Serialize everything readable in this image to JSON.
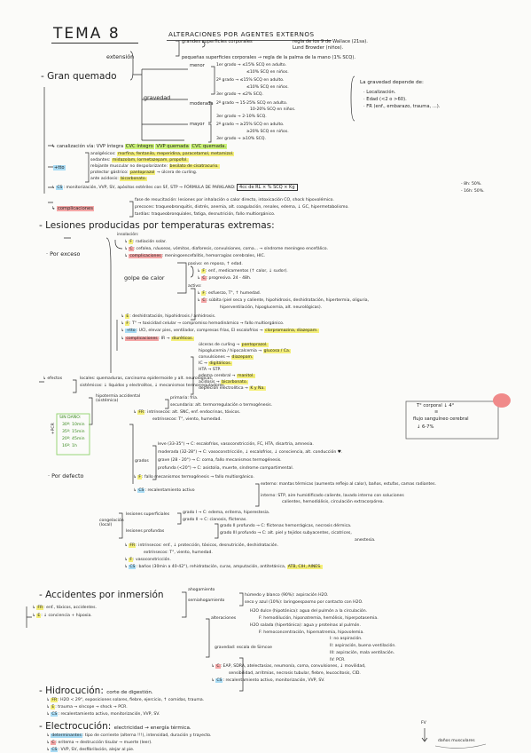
{
  "header": {
    "tema": "TEMA 8",
    "subtitle": "ALTERACIONES POR AGENTES EXTERNOS"
  },
  "colors": {
    "green": "#c9f078",
    "yellow": "#f4ef7a",
    "pink": "#f5a6a6",
    "blue": "#a9dcf5",
    "green_pen": "#3a8a1f"
  },
  "gq": {
    "title": "Gran quemado",
    "extension": "extensión",
    "ext1": "grandes superficies corporales",
    "ext1a": "regla de los 9 de Wallace (21sa).",
    "ext1b": "Lund Browder (niños).",
    "ext2": "pequeñas superficies corporales → regla de la palma de la mano (1% SCQ).",
    "gravedad": "gravedad",
    "menor": "menor",
    "moderada": "moderada",
    "mayor": "mayor",
    "g_lines": [
      "1er grado → ≤15% SCQ en adulto.",
      "≤10% SCQ en niños.",
      "2º grado → ≤15% SCQ en adulto.",
      "≤10% SCQ en niños.",
      "3er grado → ≤2% SCQ.",
      "2º grado → 15-25% SCQ en adulto.",
      "10-20% SCQ en niños.",
      "3er grado → 2-10% SCQ.",
      "2º grado → ≥25% SCQ en adulto.",
      "≥20% SCQ en niños.",
      "3er grado → ≥10% SCQ."
    ],
    "depende": "La gravedad depende de:",
    "dep_items": [
      "· Localización.",
      "· Edad (<2 o >60).",
      "· FR (enf., embarazo, trauma, ...)."
    ],
    "canal_a": "canalización vía: VVP íntegra",
    "canal_b": "CVC íntegro",
    "canal_c": "VVP quemada",
    "canal_d": "CVC quemada.",
    "ttos": "+tto",
    "t1a": "analgésicos:",
    "t1b": "morfina, fentanilo, meperidina, paracetamol, metamizol.",
    "t2a": "sedantes:",
    "t2b": "midazolam, lormetazepam, propofol.",
    "t3a": "relajante muscular no despolarizante:",
    "t3b": "besilato de cisatracurio.",
    "t4a": "protector gástrico:",
    "t4b": "pantoprazol",
    "t4c": "→ úlcera de curling.",
    "t5a": "ante acidosis:",
    "t5b": "bicarbonato.",
    "cs": "CS",
    "cs_a": "monitorización, VVP, SV, apósitos estériles con SF, STP →",
    "cs_b": "FÓRMULA DE PARKLAND:",
    "cs_c": "4cc de RL × % SCQ × Kg",
    "cs_d": "- 8h: 50%.",
    "cs_e": "- 16h: 50%.",
    "comp": "complicaciones",
    "comp1": "fase de resucitación: lesiones por inhalación o calor directo, intoxicación CO, shock hipovolémico.",
    "comp2": "precoces: traqueobronquitis, distrés, anemia, alt. coagulación, renales, edema, ↓ GC, hipermetabolismo.",
    "comp3": "tardías: traqueobronquiales, fatiga, desnutrición, fallo multiorgánico."
  },
  "lt": {
    "title": "Lesiones producidas por temperaturas extremas:",
    "exceso": "Por exceso",
    "insol": "insolación:",
    "insol_f": "F",
    "insol_f_t": ": radiación solar.",
    "insol_c": "C",
    "insol_c_t": ": cefalea, náuseas, vómitos, diaforesis, convulsiones, coma... → síndrome meníngeo encefálico.",
    "insol_comp": "complicaciones",
    "insol_comp_t": ": meningoencefalitis, hemorragias cerebrales, HIC.",
    "golpe": "golpe de calor",
    "pasivo": "pasivo: en reposo, ↑ edad.",
    "pas_f": "F",
    "pas_f_t": ": enf., medicamentos (↑ calor, ↓ sudor).",
    "pas_c": "C",
    "pas_c_t": ": progresiva. 24 - 48h.",
    "activo": "activo:",
    "act_f": "F",
    "act_f_t": ": esfuerzo, T°, ↑ humedad.",
    "act_c": "C",
    "act_c_t": ": súbita (piel seca y caliente, hipohidrosis, deshidratación, hipertermia, oliguria,",
    "act_c_t2": "hiperventilación, hipoglucemia, alt. neurológicas).",
    "gc_e": "E",
    "gc_e_t": ": deshidratación, hipohidrosis / anhidrosis.",
    "gc_f": "F",
    "gc_f_t": ": T° → toxicidad celular → compromiso hemodinámico → fallo multiorgánico.",
    "gc_tto": "+tto",
    "gc_tto_t": ": UCI, elevar pies, ventilador, compresas frías, El escalofríos →",
    "gc_tto_d": "clorpromazina, diazepam.",
    "gc_comp": "complicaciones",
    "gc_comp_t": ": IR →",
    "gc_comp_d": "diuréticos.",
    "gc_list": [
      [
        "úlceras de curling →",
        "pantoprazol."
      ],
      [
        "hipoglucemia / hipocalcemia →",
        "glucosa / Ca."
      ],
      [
        "convulsiones →",
        "diazepam."
      ],
      [
        "IC →",
        "digitálicos."
      ],
      [
        "HTA → STP.",
        ""
      ],
      [
        "edema cerebral →",
        "manitol."
      ],
      [
        "acidosis →",
        "bicarbonato."
      ],
      [
        "depleción electrolítica →",
        "K y Na."
      ]
    ],
    "efectos": "efectos",
    "ef1": "locales: quemaduras, carcinoma epidermoide y alt. neurológicas.",
    "ef2": "sistémicos: ↓ líquidos y electrolitos, ↓ mecanismos termorreguladores.",
    "sin_dano": "SIN DAÑO:",
    "sd_list": [
      "30º: 10min",
      "35º: 15min",
      "20º: 45min",
      "16º: 1h"
    ],
    "pcr": "+PCR",
    "defecto": "Por defecto",
    "hip": "hipotermia accidental (sistémica)",
    "hip_p1": "primaria: fría.",
    "hip_p2": "secundaria: alt. termorregulación o termogénesis.",
    "hip_fr": "FR",
    "hip_fr_t": ": intrínsecos: alt. SNC, enf. endocrinas, tóxicos.",
    "hip_fr_t2": "extrínsecos: T°, viento, humedad.",
    "grados": "grados",
    "gr1": "leve (33-35°) → C: escalofríos, vasoconstricción, FC, HTA, disartria, amnesia.",
    "gr2": "moderada (32-28°) → C: vasoconstricción, ↓ escalofríos, ↓ consciencia, alt. conducción ♥.",
    "gr3": "grave (28 - 20°) → C: coma, fallo mecanismos termogénesis.",
    "gr4": "profunda (<20°) → C: asistolia, muerte, síndrome compartimental.",
    "hip_f": "F",
    "hip_f_t": ": fallo mecanismos termogénesis → fallo multiorgánico.",
    "hip_cs": "CS",
    "hip_cs_t": ": recalentamiento activo",
    "rc1": "externo: mantas térmicas (aumenta reflejo al calor), baños, estufas, camas radiantes.",
    "rc2": "interno: STP, aire humidificado caliente, lavado interno con soluciones",
    "rc3": "calientes, hemodiálisis, circulación extracorpórea.",
    "thermo": "T° corporal ↓ 4°",
    "thermo2": "≡",
    "thermo3": "flujo sanguíneo cerebral",
    "thermo4": "↓ 6-7%",
    "cong": "congelación (local)",
    "lsup": "lesiones superficiales",
    "ls1": "grado I → C: edema, eritema, hiperestesia.",
    "ls2": "grado II → C: cianosis, flictenas.",
    "lprof": "lesiones profundas",
    "lp1": "grado II profundo → C: flictenas hemorrágicas, necrosis dérmica.",
    "lp2": "grado III profundo → C: alt. piel y tejidos subyacentes, cicatrices,",
    "lp3": "anestesia.",
    "cg_fr": "FR",
    "cg_fr_t": ": intrínsecos: enf., ↓ protección, tóxicos, desnutrición, deshidratación.",
    "cg_fr_t2": "extrínsecos: T°, viento, humedad.",
    "cg_f": "F",
    "cg_f_t": ": vasoconstricción.",
    "cg_cs": "CS",
    "cg_cs_t": ": baños (30min a 40-42°), rehidratación, curas, amputación, antitetánica,",
    "cg_cs_d": "ATB, CIH, AINES."
  },
  "acc": {
    "title": "Accidentes por inmersión",
    "ahog": "ahogamiento",
    "semi": "semiahogamiento",
    "s1": "húmedo y blanco (90%): aspiración H2O.",
    "s2": "seco y azul (10%): laringoespasmo por contacto con H2O.",
    "alt": "alteraciones",
    "a1": "H2O dulce (hipotónica): agua del pulmón a la circulación.",
    "a2": "F: hemodilución, hiponatremia, hemólisis, hiperpotasemia.",
    "a3": "H2O salada (hipertónica): agua y proteínas al pulmón.",
    "a4": "F: hemoconcentración, hipernatremia, hipovolemia.",
    "fr": "FR",
    "fr_t": ": enf., tóxicos, accidentes.",
    "e": "E",
    "e_t": ": ↓ conciencia + hipoxia.",
    "grav": "gravedad: escala de Simcoe",
    "gv": [
      "I: no aspiración.",
      "II: aspiración, buena ventilación.",
      "III: aspiración, mala ventilación.",
      "IV: PCR."
    ],
    "c": "C",
    "c_t": ": EAP, SDRA, atelectasias, neumonía, coma, convulsiones, ↓ movilidad,",
    "c_t2": "sensibilidad, arritmias, necrosis tubular, fiebre, leucocitosis, CID.",
    "cs": "CS",
    "cs_t": ": recalentamiento activo, monitorización, VVP, SV."
  },
  "hidro": {
    "title": "Hidrocución:",
    "t": "corte de digestión.",
    "fr": "FR",
    "fr_t": ": H2O < 29°, exposiciones solares, fiebre, ejercicio, ↑ comidas, trauma.",
    "e": "E",
    "e_t": ": trauma → síncope → shock → PCR.",
    "cs": "CS",
    "cs_t": ": recalentamiento activo, monitorización, VVP, SV."
  },
  "elec": {
    "title": "Electrocución:",
    "t": "electricidad → energía térmica.",
    "det": "determinantes",
    "det_t": ": tipo de corriente (alterna !!!), intensidad, duración y trayecto.",
    "c": "C",
    "c_t": ": eritema → destrucción tisular → muerte (leer).",
    "cs": "CS",
    "cs_t": ": VVP, SV, desfibrilación, alejar al pie.",
    "fv": "FV",
    "danos": "daños musculares"
  }
}
